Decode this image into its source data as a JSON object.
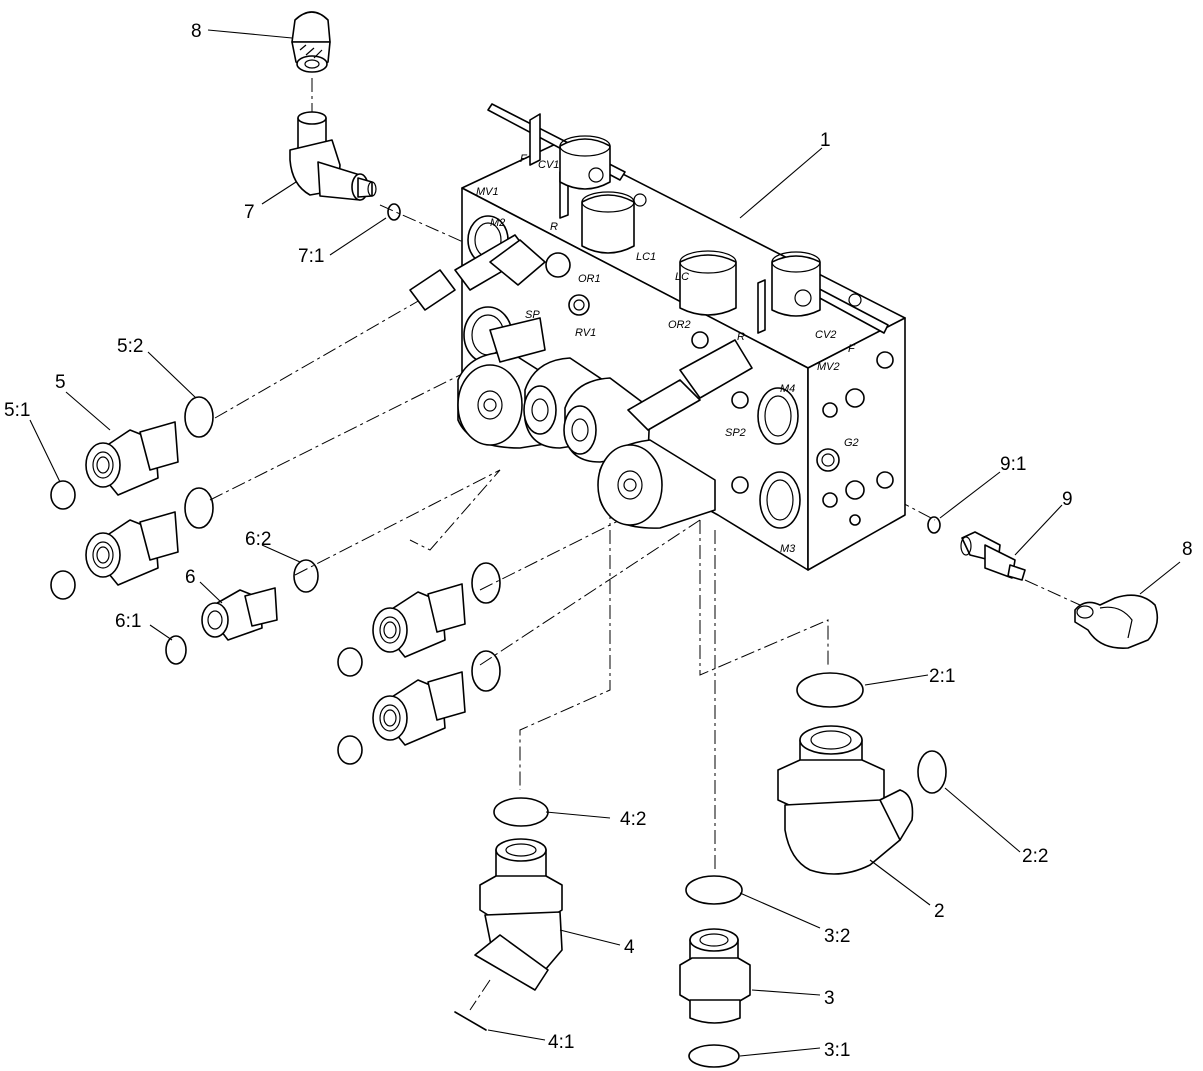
{
  "callouts": {
    "c1": "1",
    "c2": "2",
    "c2_1": "2:1",
    "c2_2": "2:2",
    "c3": "3",
    "c3_1": "3:1",
    "c3_2": "3:2",
    "c4": "4",
    "c4_1": "4:1",
    "c4_2": "4:2",
    "c5": "5",
    "c5_1": "5:1",
    "c5_2": "5:2",
    "c6": "6",
    "c6_1": "6:1",
    "c6_2": "6:2",
    "c7": "7",
    "c7_1": "7:1",
    "c8a": "8",
    "c8b": "8",
    "c9": "9",
    "c9_1": "9:1"
  },
  "port_labels": {
    "mv1": "MV1",
    "m2": "M2",
    "f1": "F",
    "cv1": "CV1",
    "r1": "R",
    "lc1": "LC1",
    "lc2": "LC",
    "or1": "OR1",
    "rv1": "RV1",
    "sp1": "SP",
    "or2": "OR2",
    "r2": "R",
    "cv2": "CV2",
    "f2": "F",
    "mv2": "MV2",
    "m4": "M4",
    "g2": "G2",
    "sp2": "SP2",
    "m3": "M3"
  }
}
